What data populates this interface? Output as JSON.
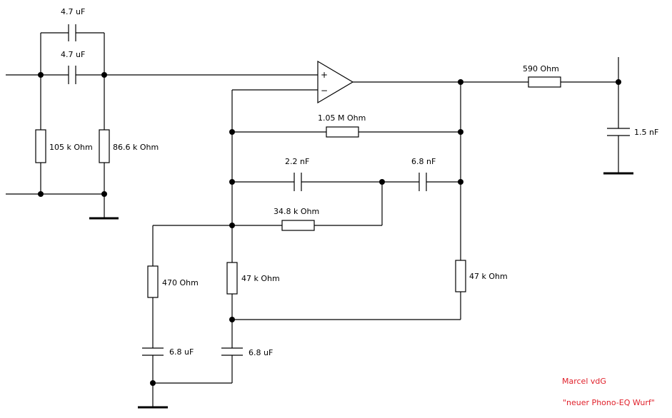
{
  "components": {
    "c_in_top": "4.7 uF",
    "c_in_mid": "4.7 uF",
    "r_105k": "105 k Ohm",
    "r_866k": "86.6 k Ohm",
    "r_feedback": "1.05 M Ohm",
    "c_22n": "2.2 nF",
    "c_68n": "6.8 nF",
    "r_348k": "34.8 k Ohm",
    "r_470": "470  Ohm",
    "r_47k_left": "47 k Ohm",
    "r_47k_right": "47 k Ohm",
    "c_68u_left": "6.8 uF",
    "c_68u_right": "6.8 uF",
    "r_590": "590  Ohm",
    "c_15n": "1.5 nF"
  },
  "opamp": {
    "plus": "+",
    "minus": "−"
  },
  "colors": {
    "credit": "#e0202a",
    "line": "#000000"
  },
  "credits": {
    "author": "Marcel vdG",
    "title": "\"neuer Phono-EQ Wurf\""
  }
}
